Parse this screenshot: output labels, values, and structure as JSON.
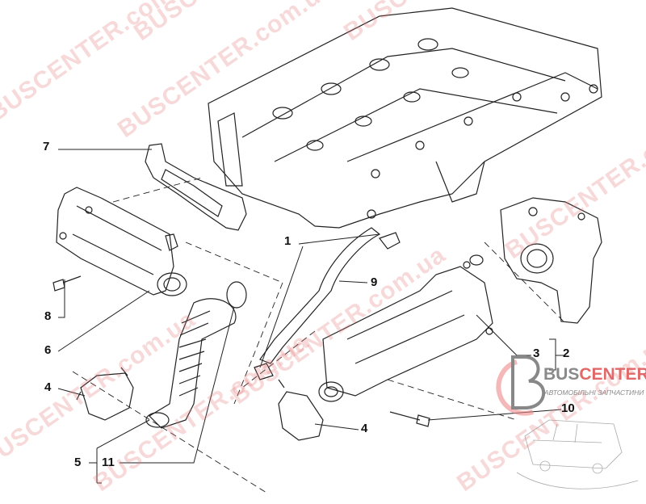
{
  "diagram": {
    "callouts": [
      {
        "id": "label-7",
        "text": "7"
      },
      {
        "id": "label-1",
        "text": "1"
      },
      {
        "id": "label-9",
        "text": "9"
      },
      {
        "id": "label-8",
        "text": "8"
      },
      {
        "id": "label-6",
        "text": "6"
      },
      {
        "id": "label-4-left",
        "text": "4"
      },
      {
        "id": "label-5",
        "text": "5"
      },
      {
        "id": "label-11",
        "text": "11"
      },
      {
        "id": "label-3",
        "text": "3"
      },
      {
        "id": "label-2",
        "text": "2"
      },
      {
        "id": "label-4-right",
        "text": "4"
      },
      {
        "id": "label-10",
        "text": "10"
      }
    ]
  },
  "watermark": {
    "text": "BUSCENTER.com.ua"
  },
  "logo": {
    "brand_prefix": "BUS",
    "brand_suffix": "CENTER",
    "tagline": "АВТОМОБІЛЬНІ ЗАПЧАСТИНИ",
    "accent": "#e06a6a",
    "gray": "#8a8a8a"
  }
}
